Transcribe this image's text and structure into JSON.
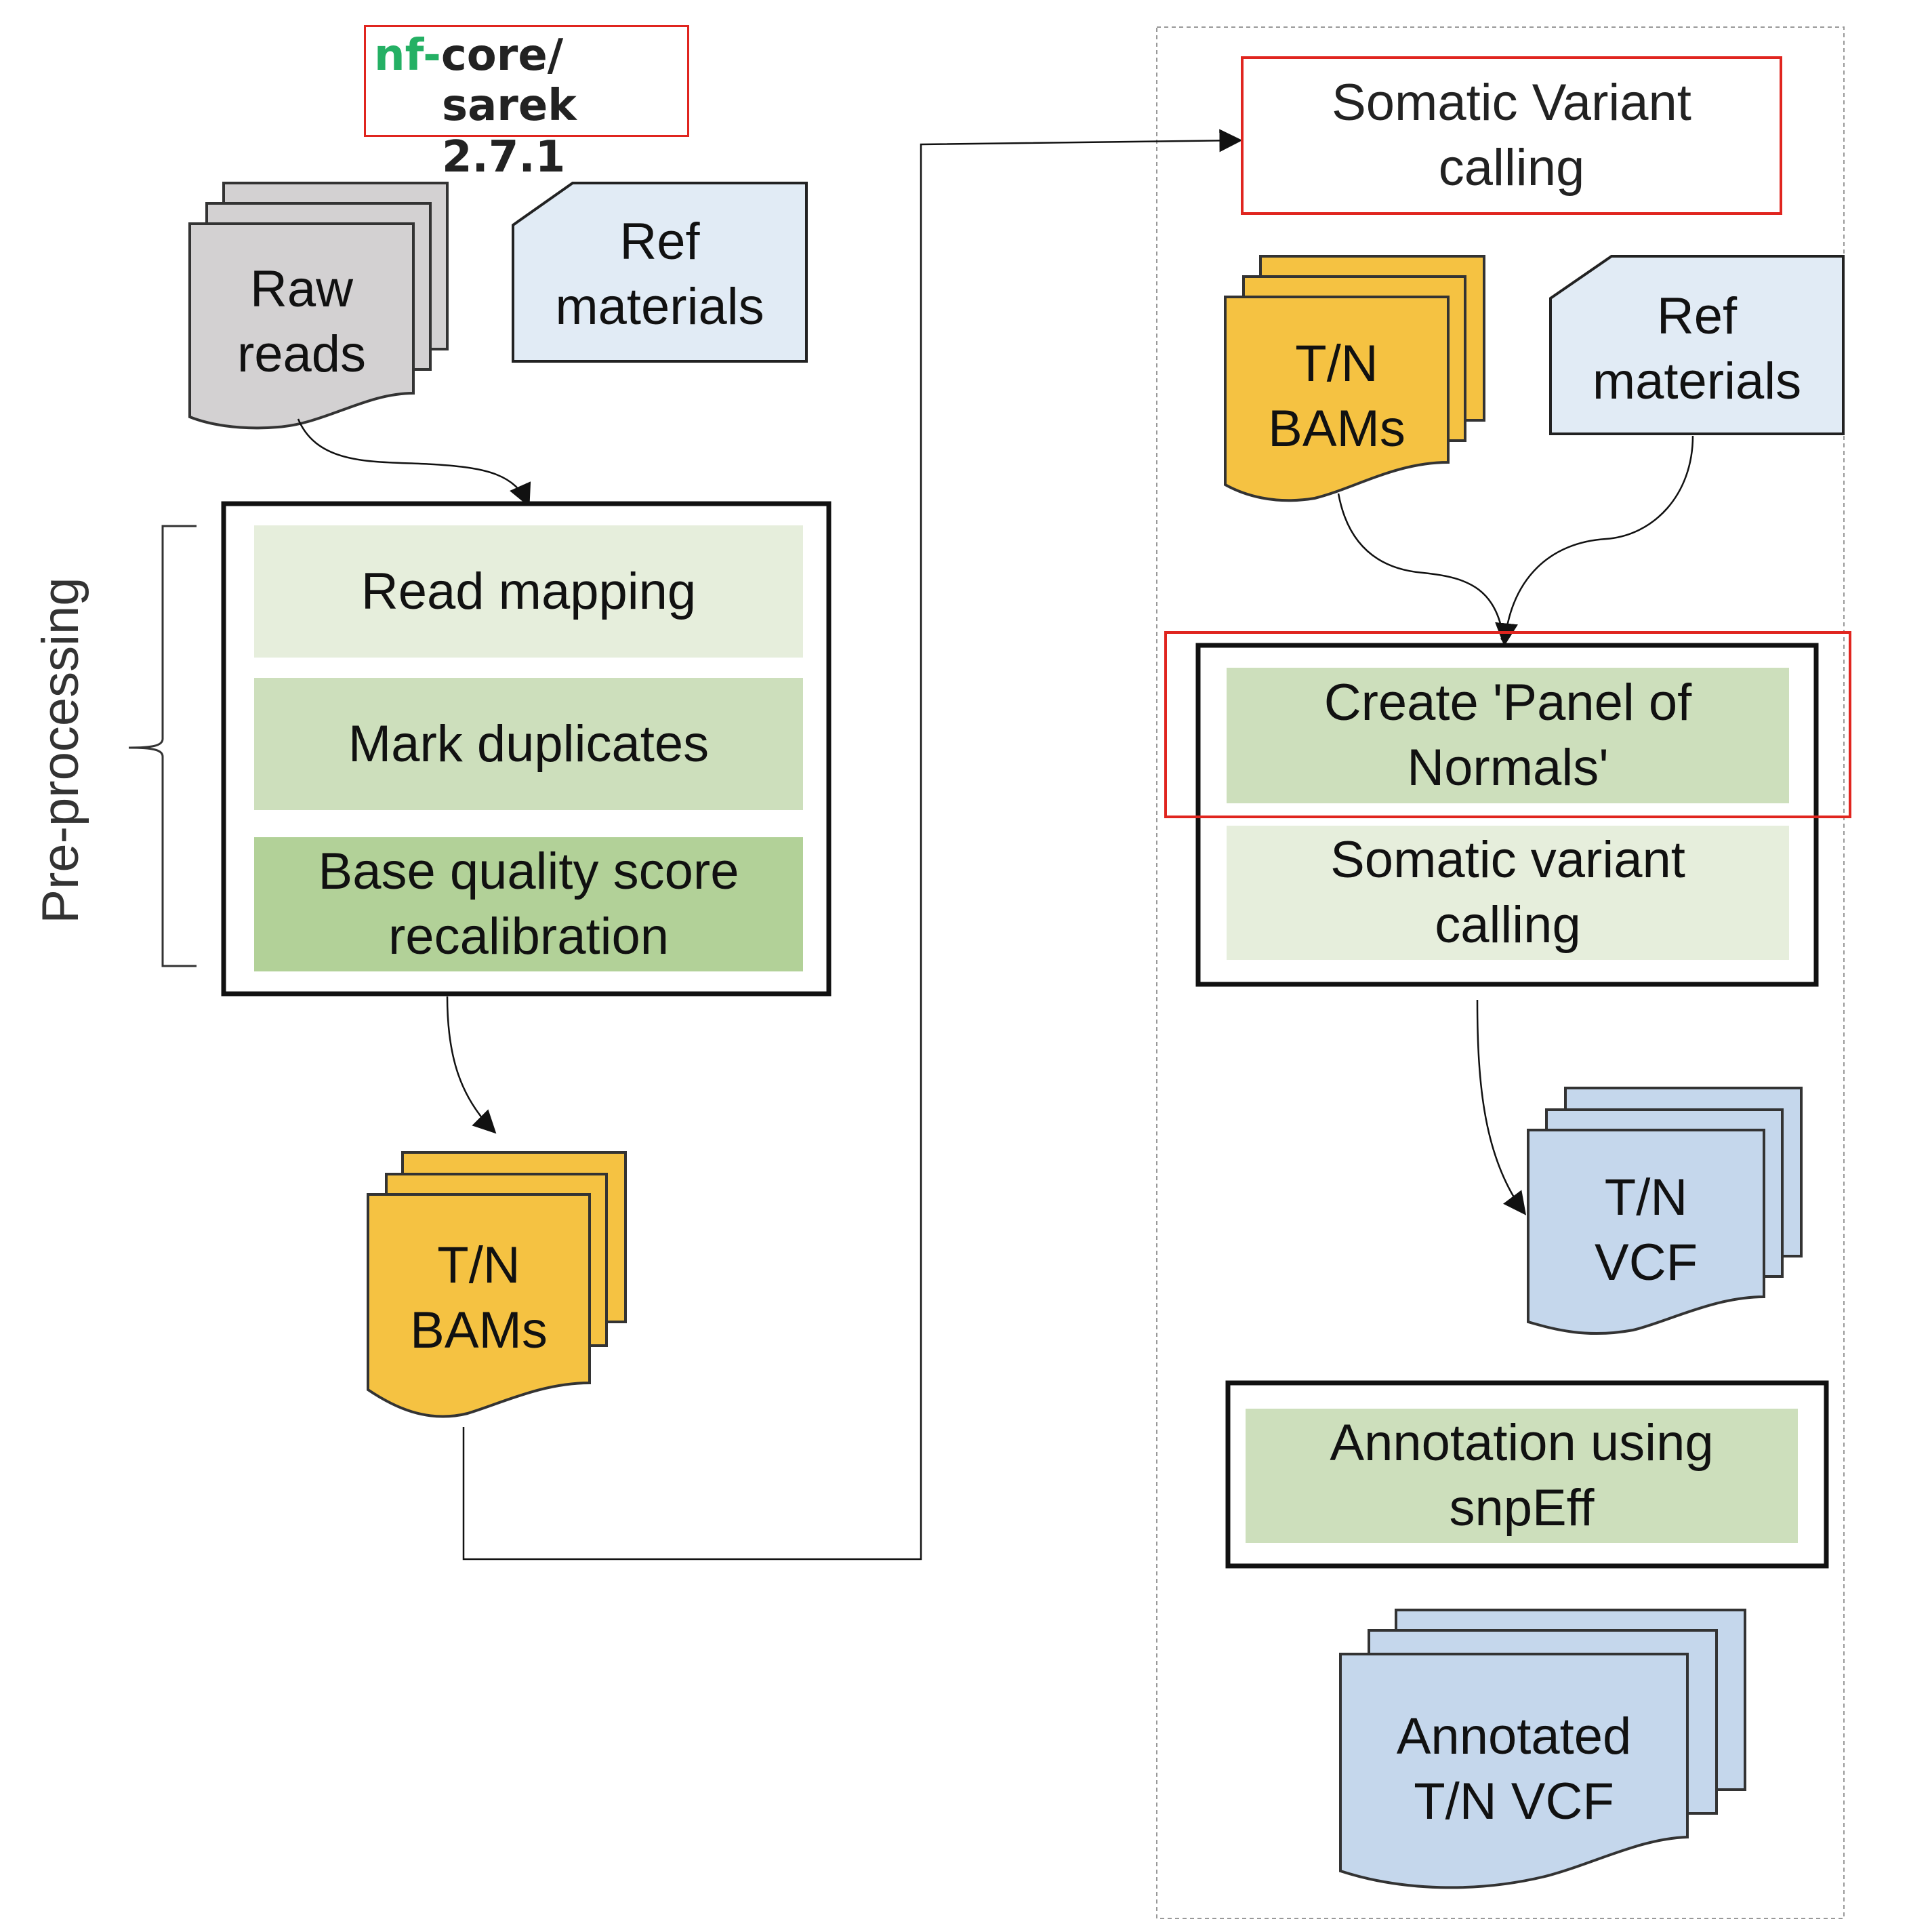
{
  "logo": {
    "nf": "nf-",
    "core": "core/",
    "product": "sarek 2.7.1"
  },
  "left": {
    "raw_reads": "Raw\nreads",
    "ref_materials": "Ref\nmaterials",
    "preprocessing_label": "Pre-processing",
    "steps": [
      "Read mapping",
      "Mark duplicates",
      "Base quality score\nrecalibration"
    ],
    "bams": "T/N\nBAMs"
  },
  "right": {
    "title": "Somatic Variant\ncalling",
    "bams": "T/N\nBAMs",
    "ref_materials": "Ref\nmaterials",
    "steps": [
      "Create 'Panel of\nNormals'",
      "Somatic variant\ncalling"
    ],
    "vcf": "T/N\nVCF",
    "annotation_step": "Annotation using\nsnpEff",
    "annotated_vcf": "Annotated\nT/N VCF"
  },
  "colors": {
    "raw_reads_fill": "#d3d1d2",
    "ref_fill": "#e1ebf5",
    "bam_fill": "#f5c242",
    "vcf_fill": "#c5d7ec",
    "step_light": "#e6eedc",
    "step_mid": "#cddfbc",
    "step_dark": "#b2d198",
    "highlight_red": "#e0251f"
  }
}
